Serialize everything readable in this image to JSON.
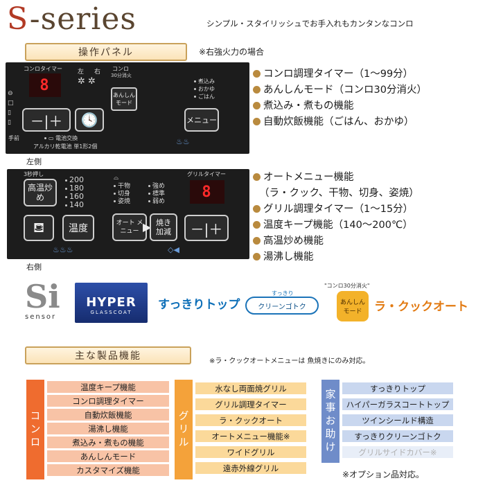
{
  "header": {
    "brand_s": "S",
    "brand_rest": "-series",
    "tagline": "シンプル・スタイリッシュでお手入れもカンタンなコンロ"
  },
  "panel_section": {
    "label": "操作パネル",
    "note": "※右強火力の場合"
  },
  "left_panel": {
    "timer_label": "コンロタイマー",
    "left_label": "左",
    "right_label": "右",
    "konro_label": "コンロ",
    "auto_off_label": "30分消火",
    "anshin_btn": "あんしんモード",
    "mode_options": [
      "煮込み",
      "おかゆ",
      "ごはん"
    ],
    "minus_plus": "－|＋",
    "menu_btn": "メニュー",
    "battery_label": "電池交換",
    "battery_note": "アルカリ乾電池 単1形2個",
    "front_label": "手前",
    "display": "8",
    "caption": "左側"
  },
  "right_panel": {
    "press_label": "3秒押し",
    "high_heat_btn": "高温炒め",
    "temps": [
      "200",
      "180",
      "160",
      "140"
    ],
    "grill_opts": [
      "干物",
      "切身",
      "姿焼"
    ],
    "grill_levels": [
      "強め",
      "標準",
      "弱め"
    ],
    "grill_timer_label": "グリルタイマー",
    "temp_btn": "温度",
    "auto_menu_btn": "オート メニュー",
    "bake_btn": "焼き 加減",
    "minus_plus": "－|＋",
    "display": "8",
    "caption": "右側"
  },
  "features_top": [
    "コンロ調理タイマー（1～99分）",
    "あんしんモード（コンロ30分消火）",
    "煮込み・煮もの機能",
    "自動炊飯機能（ごはん、おかゆ）"
  ],
  "features_bottom": [
    "オートメニュー機能",
    "（ラ・クック、干物、切身、姿焼）",
    "グリル調理タイマー（1～15分）",
    "温度キープ機能（140～200℃）",
    "高温炒め機能",
    "湯沸し機能"
  ],
  "logos": {
    "si": "Si",
    "sensor": "sensor",
    "hyper": "HYPER",
    "glasscoat": "GLASSCOAT",
    "sukkiri_top": "すっきりトップ",
    "clean_top": "すっきり",
    "clean_main": "クリーンゴトク",
    "anshin_caption": "\"コンロ30分消火\"",
    "anshin_line1": "あんしん",
    "anshin_line2": "モード",
    "rakuku": "ラ・クックオート"
  },
  "feature_section": {
    "label": "主な製品機能",
    "note": "※ラ・クックオートメニューは 魚焼きにのみ対応。"
  },
  "table_konro": {
    "header": "コンロ",
    "items": [
      "温度キープ機能",
      "コンロ調理タイマー",
      "自動炊飯機能",
      "湯沸し機能",
      "煮込み・煮もの機能",
      "あんしんモード",
      "カスタマイズ機能"
    ]
  },
  "table_grill": {
    "header": "グリル",
    "items": [
      "水なし両面焼グリル",
      "グリル調理タイマー",
      "ラ・クックオート",
      "オートメニュー機能※",
      "ワイドグリル",
      "遠赤外線グリル"
    ]
  },
  "table_kaji": {
    "header": "家事お助け",
    "items": [
      "すっきりトップ",
      "ハイパーガラスコートトップ",
      "ツインシールド構造",
      "すっきりクリーンゴトク",
      "グリルサイドカバー※"
    ],
    "note": "※オプション品対応。"
  },
  "colors": {
    "konro_head": "#ef6c2f",
    "konro_cell": "#f8c3a6",
    "grill_head": "#f4a23a",
    "grill_cell": "#fbd99a",
    "kaji_head": "#6f8cc9",
    "kaji_cell": "#c9d7ef"
  }
}
